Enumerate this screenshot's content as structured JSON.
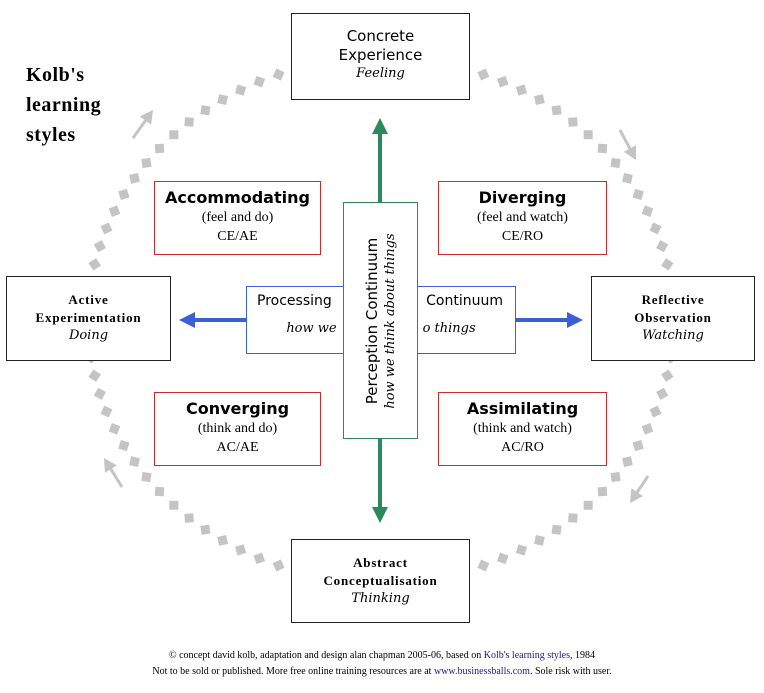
{
  "title": {
    "line1": "Kolb's",
    "line2": "learning",
    "line3": "styles"
  },
  "poles": {
    "top": {
      "line1": "Concrete",
      "line2": "Experience",
      "sub": "Feeling"
    },
    "left": {
      "line1": "Active",
      "line2": "Experimentation",
      "sub": "Doing"
    },
    "right": {
      "line1": "Reflective",
      "line2": "Observation",
      "sub": "Watching"
    },
    "bottom": {
      "line1": "Abstract",
      "line2": "Conceptualisation",
      "sub": "Thinking"
    }
  },
  "styles": {
    "accommodating": {
      "name": "Accommodating",
      "desc": "(feel and do)",
      "code": "CE/AE"
    },
    "diverging": {
      "name": "Diverging",
      "desc": "(feel and watch)",
      "code": "CE/RO"
    },
    "converging": {
      "name": "Converging",
      "desc": "(think and do)",
      "code": "AC/AE"
    },
    "assimilating": {
      "name": "Assimilating",
      "desc": "(think and watch)",
      "code": "AC/RO"
    }
  },
  "processing": {
    "left_word": "Processing",
    "right_word": "Continuum",
    "sub_left": "how we",
    "sub_right": "o things"
  },
  "perception": {
    "title": "Perception Continuum",
    "sub": "how we think about things"
  },
  "colors": {
    "cycle": "#c4c4c4",
    "perception": "#2b8a5c",
    "processing": "#3a5fd6",
    "style_border": "#cc2b2b"
  },
  "footer": {
    "line1_pre": "© concept david kolb, adaptation and design alan chapman 2005-06, based on ",
    "line1_link": "Kolb's learning styles",
    "line1_post": ", 1984",
    "line2_pre": "Not to be sold or published. More free online training resources are at ",
    "line2_link": "www.businessballs.com",
    "line2_post": ". Sole risk with user."
  }
}
